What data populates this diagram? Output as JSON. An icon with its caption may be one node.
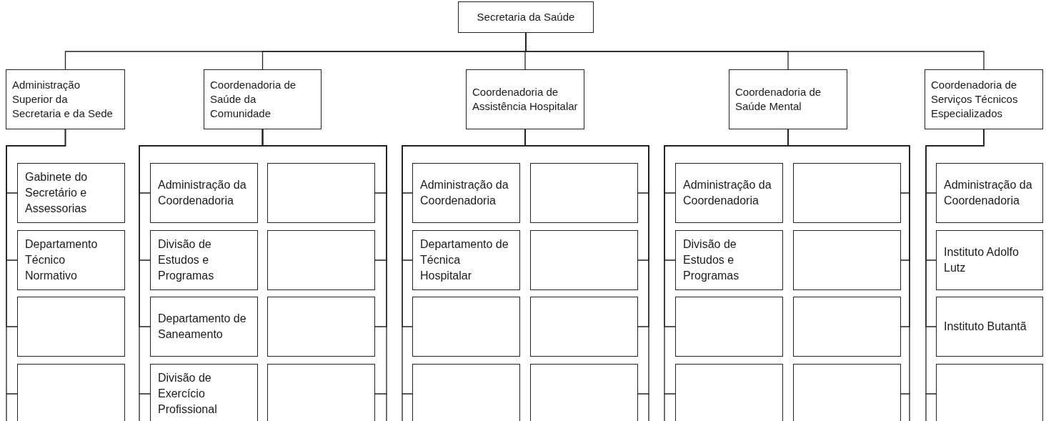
{
  "diagram": {
    "nodes": [
      {
        "text": [
          "Secretaria da Saúde"
        ]
      },
      {
        "text": [
          "Administração Superior da Secretaria e da Sede"
        ]
      },
      {
        "text": [
          "Coordenadoria de Saúde da Comunidade"
        ]
      },
      {
        "text": [
          "Coordenadoria de Assistência Hospitalar"
        ]
      },
      {
        "text": [
          "Coordenadoria de Saúde Mental"
        ]
      },
      {
        "text": [
          "Coordenadoria de Serviços Técnicos Especializados"
        ]
      },
      {
        "text": [
          "Gabinete do Secretário e Assessorias"
        ]
      },
      {
        "text": [
          "Departamento Técnico Normativo"
        ]
      },
      {
        "text": [],
        "shape": "box"
      },
      {
        "text": [],
        "shape": "box"
      },
      {
        "text": [
          "Administração da Coordenadoria"
        ]
      },
      {
        "text": [],
        "shape": "box"
      },
      {
        "text": [
          "Divisão de Estudos e Programas"
        ]
      },
      {
        "text": [],
        "shape": "box"
      },
      {
        "text": [
          "Departamento de Saneamento"
        ]
      },
      {
        "text": [],
        "shape": "box"
      },
      {
        "text": [
          "Divisão de Exercício Profissional"
        ]
      },
      {
        "text": [],
        "shape": "box"
      },
      {
        "text": [
          "Administração da Coordenadoria"
        ]
      },
      {
        "text": [],
        "shape": "box"
      },
      {
        "text": [
          "Departamento de Técnica Hospitalar"
        ]
      },
      {
        "text": [],
        "shape": "box"
      },
      {
        "text": [],
        "shape": "box"
      },
      {
        "text": [],
        "shape": "box"
      },
      {
        "text": [],
        "shape": "box"
      },
      {
        "text": [],
        "shape": "box"
      },
      {
        "text": [
          "Administração da Coordenadoria"
        ]
      },
      {
        "text": [],
        "shape": "box"
      },
      {
        "text": [
          "Divisão de Estudos e Programas"
        ]
      },
      {
        "text": [],
        "shape": "box"
      },
      {
        "text": [],
        "shape": "box"
      },
      {
        "text": [],
        "shape": "box"
      },
      {
        "text": [],
        "shape": "box"
      },
      {
        "text": [],
        "shape": "box"
      },
      {
        "text": [
          "Administração da Coordenadoria"
        ]
      },
      {
        "text": [
          "Instituto Adolfo Lutz"
        ]
      },
      {
        "text": [
          "Instituto Butantã"
        ]
      },
      {
        "text": [],
        "shape": "box"
      }
    ],
    "edges": [
      {
        "from": 0,
        "to": 1,
        "arrow": "none"
      },
      {
        "from": 0,
        "to": 2,
        "arrow": "none"
      },
      {
        "from": 0,
        "to": 3,
        "arrow": "none"
      },
      {
        "from": 0,
        "to": 4,
        "arrow": "none"
      },
      {
        "from": 0,
        "to": 5,
        "arrow": "none"
      },
      {
        "from": 1,
        "to": 6,
        "arrow": "none"
      },
      {
        "from": 1,
        "to": 7,
        "arrow": "none"
      },
      {
        "from": 1,
        "to": 8,
        "arrow": "none"
      },
      {
        "from": 1,
        "to": 9,
        "arrow": "none"
      },
      {
        "from": 2,
        "to": 10,
        "arrow": "none"
      },
      {
        "from": 2,
        "to": 11,
        "arrow": "none"
      },
      {
        "from": 2,
        "to": 12,
        "arrow": "none"
      },
      {
        "from": 2,
        "to": 13,
        "arrow": "none"
      },
      {
        "from": 2,
        "to": 14,
        "arrow": "none"
      },
      {
        "from": 2,
        "to": 15,
        "arrow": "none"
      },
      {
        "from": 2,
        "to": 16,
        "arrow": "none"
      },
      {
        "from": 2,
        "to": 17,
        "arrow": "none"
      },
      {
        "from": 3,
        "to": 18,
        "arrow": "none"
      },
      {
        "from": 3,
        "to": 19,
        "arrow": "none"
      },
      {
        "from": 3,
        "to": 20,
        "arrow": "none"
      },
      {
        "from": 3,
        "to": 21,
        "arrow": "none"
      },
      {
        "from": 3,
        "to": 22,
        "arrow": "none"
      },
      {
        "from": 3,
        "to": 23,
        "arrow": "none"
      },
      {
        "from": 3,
        "to": 24,
        "arrow": "none"
      },
      {
        "from": 3,
        "to": 25,
        "arrow": "none"
      },
      {
        "from": 4,
        "to": 26,
        "arrow": "none"
      },
      {
        "from": 4,
        "to": 27,
        "arrow": "none"
      },
      {
        "from": 4,
        "to": 28,
        "arrow": "none"
      },
      {
        "from": 4,
        "to": 29,
        "arrow": "none"
      },
      {
        "from": 4,
        "to": 30,
        "arrow": "none"
      },
      {
        "from": 4,
        "to": 31,
        "arrow": "none"
      },
      {
        "from": 4,
        "to": 32,
        "arrow": "none"
      },
      {
        "from": 4,
        "to": 33,
        "arrow": "none"
      },
      {
        "from": 5,
        "to": 34,
        "arrow": "none"
      },
      {
        "from": 5,
        "to": 35,
        "arrow": "none"
      },
      {
        "from": 5,
        "to": 36,
        "arrow": "none"
      },
      {
        "from": 5,
        "to": 37,
        "arrow": "none"
      }
    ]
  }
}
